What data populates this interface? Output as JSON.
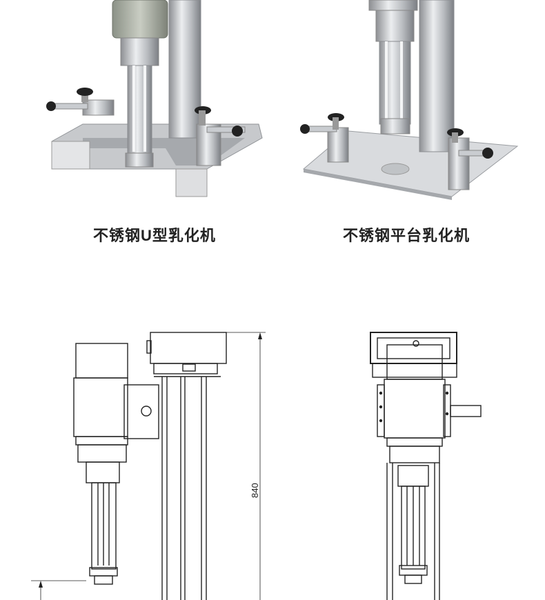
{
  "products": [
    {
      "caption": "不锈钢U型乳化机"
    },
    {
      "caption": "不锈钢平台乳化机"
    }
  ],
  "drawing": {
    "height_dimension": "840"
  }
}
